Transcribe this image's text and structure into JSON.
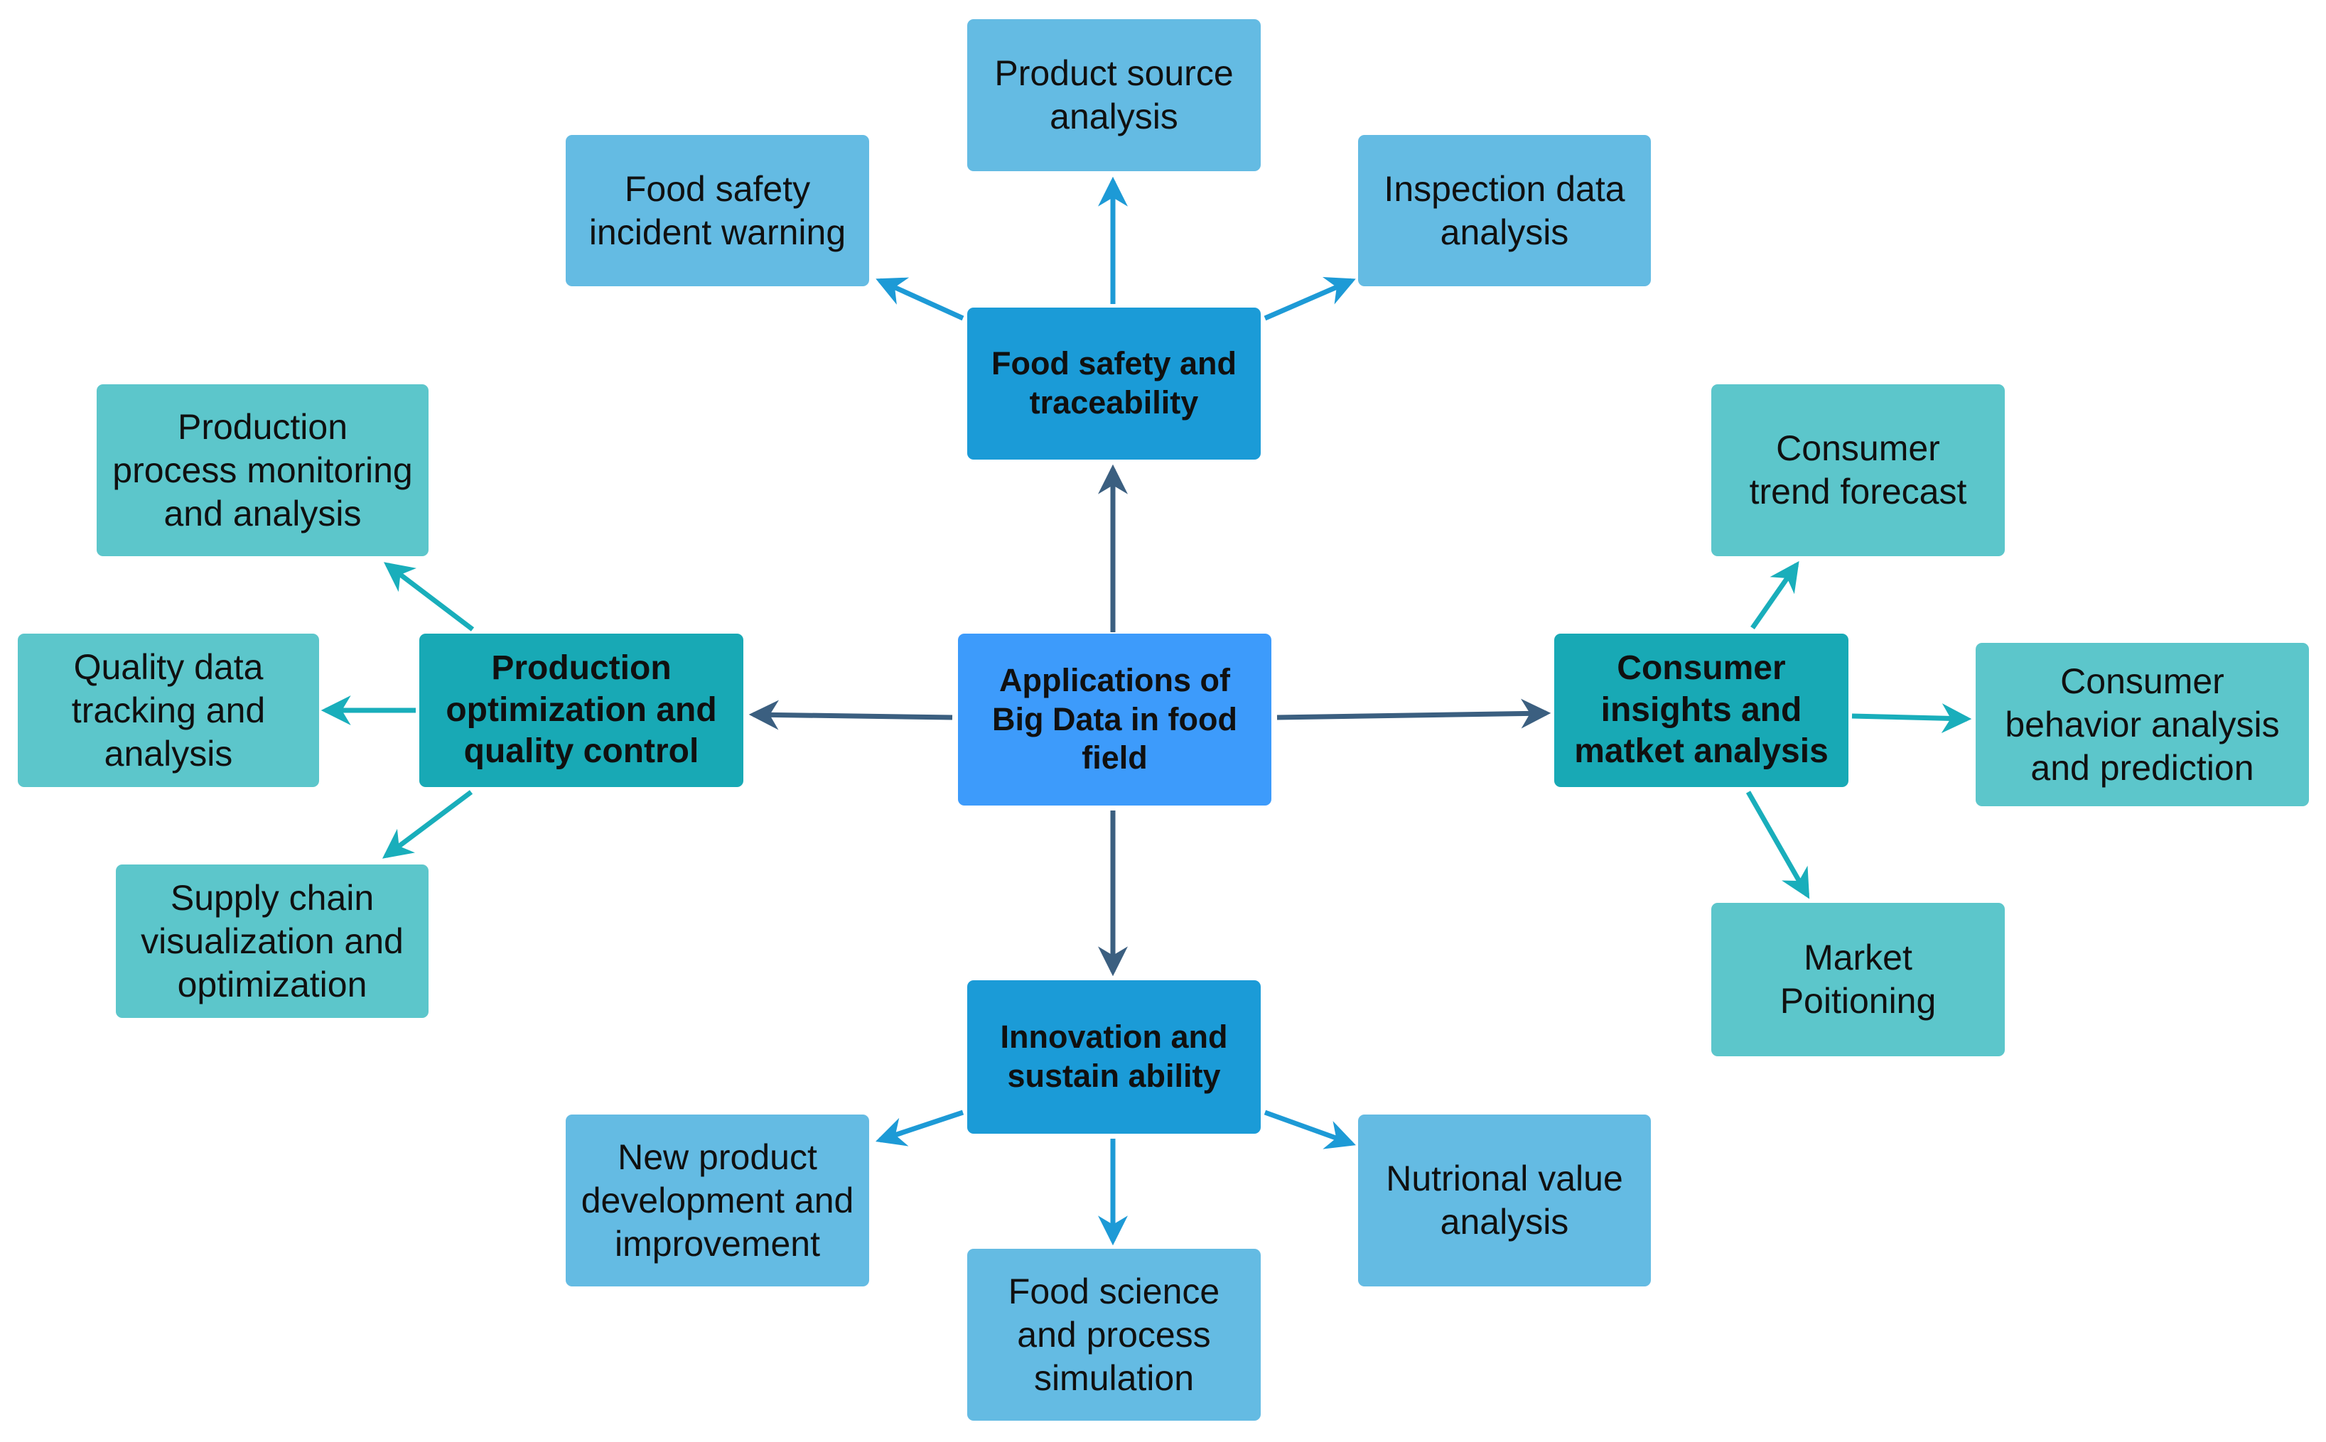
{
  "diagram": {
    "center": {
      "label": "Applications of\nBig Data in food\nfield"
    },
    "hubs": {
      "food_safety": "Food safety and\ntraceability",
      "production": "Production\noptimization and\nquality control",
      "consumer": "Consumer\ninsights and\nmatket analysis",
      "innovation": "Innovation and\nsustain ability"
    },
    "leaves": {
      "product_source": "Product source\nanalysis",
      "food_safety_warning": "Food safety\nincident warning",
      "inspection_data": "Inspection data\nanalysis",
      "production_monitoring": "Production\nprocess monitoring\nand analysis",
      "quality_tracking": "Quality data\ntracking and\nanalysis",
      "supply_chain": "Supply chain\nvisualization and\noptimization",
      "consumer_trend": "Consumer\ntrend forecast",
      "consumer_behavior": "Consumer\nbehavior analysis\nand  prediction",
      "market_positioning": "Market\nPoitioning",
      "new_product": "New product\ndevelopment and\nimprovement",
      "nutritional_value": "Nutrional value\nanalysis",
      "food_science": "Food science\nand process\nsimulation"
    },
    "colors": {
      "center_fill": "#3d9bfb",
      "hub_blue_fill": "#1b9bd7",
      "hub_teal_fill": "#18a9b5",
      "leaf_blue_fill": "#64bbe3",
      "leaf_teal_fill": "#5cc6cb",
      "main_arrow": "#3b5f80",
      "blue_arrow": "#1d9ad6",
      "teal_arrow": "#19aebb"
    }
  }
}
